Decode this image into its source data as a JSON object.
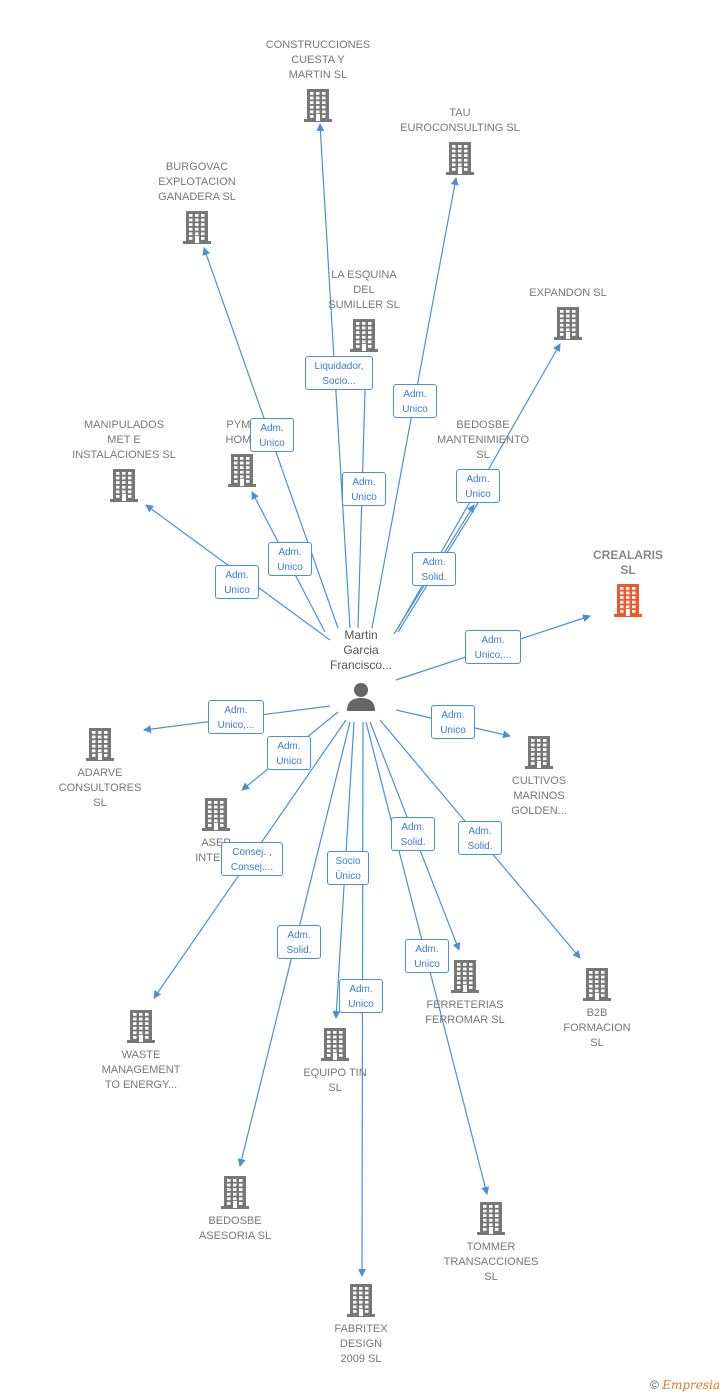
{
  "person": {
    "name": "Martin\nGarcia\nFrancisco..."
  },
  "colors": {
    "edge": "#4a90d9",
    "building": "#777777",
    "highlight": "#f05a2a",
    "person": "#666666"
  },
  "companies": [
    {
      "id": "construcciones",
      "name": "CONSTRUCCIONES\nCUESTA Y\nMARTIN  SL",
      "highlight": false
    },
    {
      "id": "tau",
      "name": "TAU\nEUROCONSULTING SL",
      "highlight": false
    },
    {
      "id": "burgovac",
      "name": "BURGOVAC\nEXPLOTACION\nGANADERA SL",
      "highlight": false
    },
    {
      "id": "esquina",
      "name": "LA ESQUINA\nDEL\nSUMILLER  SL",
      "highlight": false
    },
    {
      "id": "expandon",
      "name": "EXPANDON SL",
      "highlight": false
    },
    {
      "id": "manipulados",
      "name": "MANIPULADOS\nMET E\nINSTALACIONES SL",
      "highlight": false
    },
    {
      "id": "pyme",
      "name": "PYME\nHOME",
      "highlight": false
    },
    {
      "id": "bedosbe_mant",
      "name": "BEDOSBE\nMANTENIMIENTO\nSL",
      "highlight": false
    },
    {
      "id": "crealaris",
      "name": "CREALARIS\nSL",
      "highlight": true
    },
    {
      "id": "adarve",
      "name": "ADARVE\nCONSULTORES\nSL",
      "highlight": false
    },
    {
      "id": "cultivos",
      "name": "CULTIVOS\nMARINOS\nGOLDEN...",
      "highlight": false
    },
    {
      "id": "asep",
      "name": "ASEP\nINTEGR",
      "highlight": false
    },
    {
      "id": "b2b",
      "name": "B2B\nFORMACION\nSL",
      "highlight": false
    },
    {
      "id": "ferreterias",
      "name": "FERRETERIAS\nFERROMAR  SL",
      "highlight": false
    },
    {
      "id": "waste",
      "name": "WASTE\nMANAGEMENT\nTO ENERGY...",
      "highlight": false
    },
    {
      "id": "equipo",
      "name": "EQUIPO TIN\nSL",
      "highlight": false
    },
    {
      "id": "bedosbe_ases",
      "name": "BEDOSBE\nASESORIA  SL",
      "highlight": false
    },
    {
      "id": "tommer",
      "name": "TOMMER\nTRANSACCIONES\nSL",
      "highlight": false
    },
    {
      "id": "fabritex",
      "name": "FABRITEX\nDESIGN\n2009 SL",
      "highlight": false
    }
  ],
  "edge_labels": [
    {
      "id": "e_esquina",
      "text": "Liquidador,\nSocio..."
    },
    {
      "id": "e_tau",
      "text": "Adm.\nUnico"
    },
    {
      "id": "e_burgovac",
      "text": "Adm.\nUnico"
    },
    {
      "id": "e_construcciones",
      "text": "Adm.\nUnico"
    },
    {
      "id": "e_expandon",
      "text": "Adm.\nUnico"
    },
    {
      "id": "e_pyme",
      "text": "Adm.\nUnico"
    },
    {
      "id": "e_bedosbe_mant",
      "text": "Adm.\nSolid."
    },
    {
      "id": "e_manipulados",
      "text": "Adm.\nUnico"
    },
    {
      "id": "e_crealaris",
      "text": "Adm.\nUnico,..."
    },
    {
      "id": "e_adarve",
      "text": "Adm.\nUnico,..."
    },
    {
      "id": "e_cultivos",
      "text": "Adm.\nUnico"
    },
    {
      "id": "e_asep",
      "text": "Adm.\nUnico"
    },
    {
      "id": "e_ferreterias",
      "text": "Adm.\nSolid."
    },
    {
      "id": "e_b2b",
      "text": "Adm.\nSolid."
    },
    {
      "id": "e_waste",
      "text": "Consej. ,\nConsej...."
    },
    {
      "id": "e_equipo",
      "text": "Socio\nÚnico"
    },
    {
      "id": "e_bedosbe_ases",
      "text": "Adm.\nSolid."
    },
    {
      "id": "e_fabritex",
      "text": "Adm.\nUnico"
    },
    {
      "id": "e_tommer",
      "text": "Adm.\nUnico"
    }
  ],
  "footer": {
    "copyright": "©",
    "brand": "Empresia"
  }
}
